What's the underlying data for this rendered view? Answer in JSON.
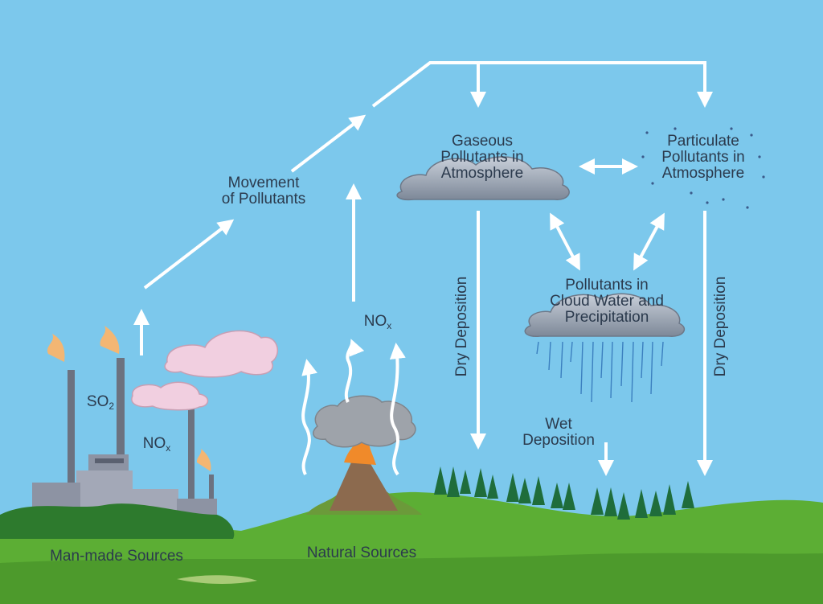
{
  "labels": {
    "movement": [
      "Movement",
      "of Pollutants"
    ],
    "gaseous": [
      "Gaseous",
      "Pollutants in",
      "Atmosphere"
    ],
    "particulate": [
      "Particulate",
      "Pollutants in",
      "Atmosphere"
    ],
    "cloud_water": [
      "Pollutants in",
      "Cloud Water and",
      "Precipitation"
    ],
    "dry_deposition_left": "Dry Deposition",
    "dry_deposition_right": "Dry Deposition",
    "wet_deposition": [
      "Wet",
      "Deposition"
    ],
    "so2_main": "SO",
    "so2_sub": "2",
    "nox_factory_main": "NO",
    "nox_factory_sub": "x",
    "nox_volcano_main": "NO",
    "nox_volcano_sub": "x",
    "man_made": "Man-made Sources",
    "natural": "Natural Sources"
  },
  "colors": {
    "sky": "#7cc8ec",
    "grass": "#5cae34",
    "arrow": "#ffffff",
    "cloud_gray": "#9aa4b3",
    "cloud_pink": "#f1cfe0",
    "text": "#2b3a4d",
    "tree": "#1f6d3b",
    "lava": "#f08a2a"
  }
}
